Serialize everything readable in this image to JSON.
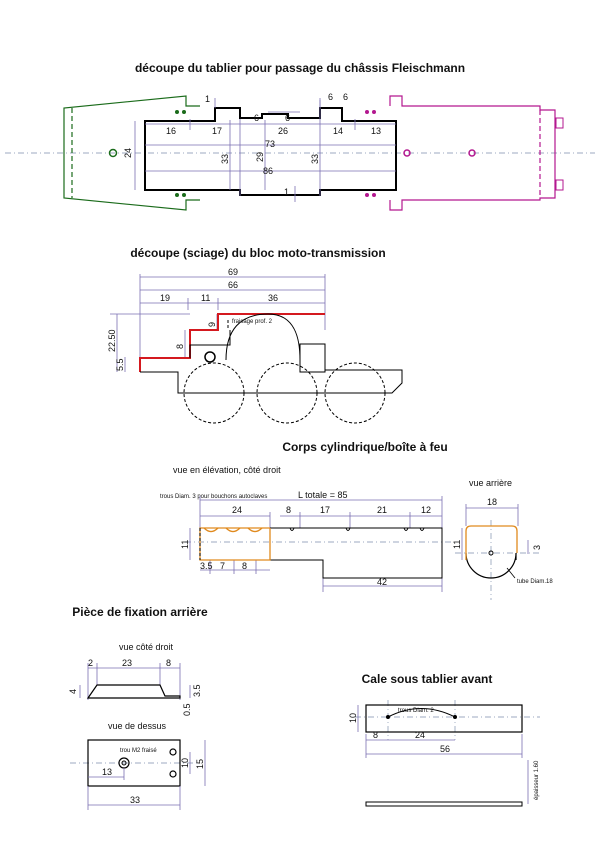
{
  "titles": {
    "t1": "découpe du tablier pour passage du châssis Fleischmann",
    "t2": "découpe (sciage) du bloc moto-transmission",
    "t3": "Corps cylindrique/boîte à feu",
    "t4": "Pièce de fixation arrière",
    "t5": "Cale sous tablier avant"
  },
  "s1": {
    "d1": "1",
    "d1b": "1",
    "d6a": "6",
    "d6b": "6",
    "d6c": "6",
    "d16": "16",
    "d17": "17",
    "d26": "26",
    "d14": "14",
    "d13": "13",
    "d73": "73",
    "d86": "86",
    "d24": "24",
    "d33a": "33",
    "d29": "29",
    "d33b": "33"
  },
  "s2": {
    "d69": "69",
    "d66": "66",
    "d19": "19",
    "d11": "11",
    "d36": "36",
    "d2250": "22.50",
    "d8": "8",
    "d9": "9",
    "d55": "5.5",
    "note": "fraisage prof. 2"
  },
  "s3": {
    "view1": "vue en élévation, côté droit",
    "view2": "vue arrière",
    "holes": "trous Diam. 3 pour bouchons autoclaves",
    "total": "L totale = 85",
    "d24": "24",
    "d8": "8",
    "d17": "17",
    "d21": "21",
    "d12": "12",
    "d11": "11",
    "d35": "3.5",
    "d7": "7",
    "d8b": "8",
    "d42": "42",
    "d18": "18",
    "d11b": "11",
    "d3": "3",
    "tube": "tube Diam.18"
  },
  "s4": {
    "view1": "vue côté droit",
    "view2": "vue de dessus",
    "d2": "2",
    "d23": "23",
    "d8": "8",
    "d4": "4",
    "d35": "3.5",
    "d05": "0.5",
    "hole": "trou M2 fraisé",
    "d13": "13",
    "d10": "10",
    "d15": "15",
    "d33": "33"
  },
  "s5": {
    "holes": "trous Diam. 2",
    "d10": "10",
    "d8": "8",
    "d24": "24",
    "d56": "56",
    "thickness": "épaisseur 1.60"
  }
}
